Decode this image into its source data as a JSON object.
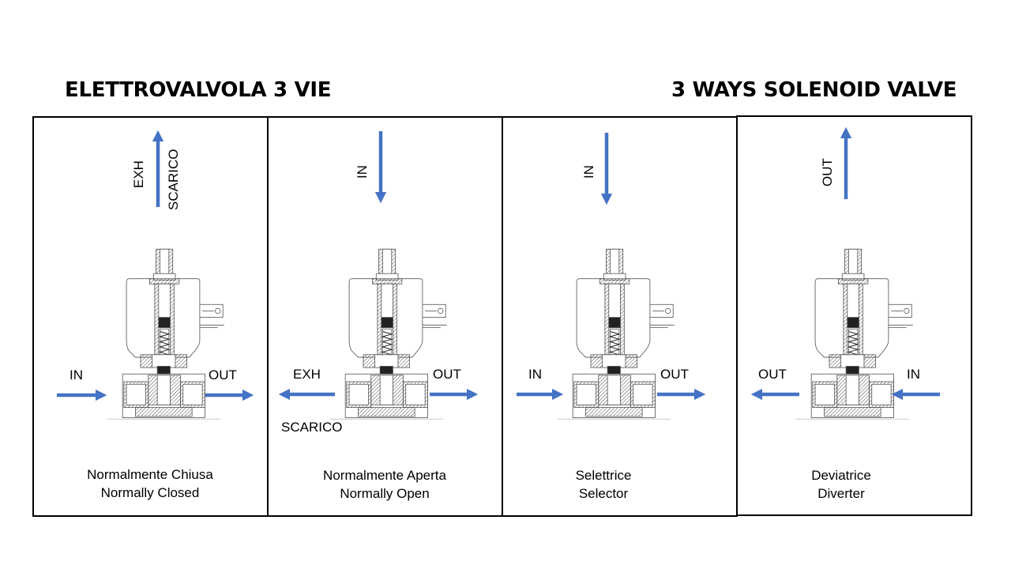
{
  "title_left": "ELETTROVALVOLA 3 VIE",
  "title_right": "3 WAYS SOLENOID VALVE",
  "colors": {
    "arrow": "#4472C4",
    "border": "#000000",
    "drawing": "#555555"
  },
  "panels": [
    {
      "labels": {
        "top_1": "EXH",
        "top_2": "SCARICO",
        "left": "IN",
        "right": "OUT"
      },
      "caption_it": "Normalmente Chiusa",
      "caption_en": "Normally Closed"
    },
    {
      "labels": {
        "top_1": "IN",
        "left": "EXH",
        "left_below": "SCARICO",
        "right": "OUT"
      },
      "caption_it": "Normalmente Aperta",
      "caption_en": "Normally Open"
    },
    {
      "labels": {
        "top_1": "IN",
        "left": "IN",
        "right": "OUT"
      },
      "caption_it": "Selettrice",
      "caption_en": "Selector"
    },
    {
      "labels": {
        "top_1": "OUT",
        "left": "OUT",
        "right": "IN"
      },
      "caption_it": "Deviatrice",
      "caption_en": "Diverter"
    }
  ]
}
